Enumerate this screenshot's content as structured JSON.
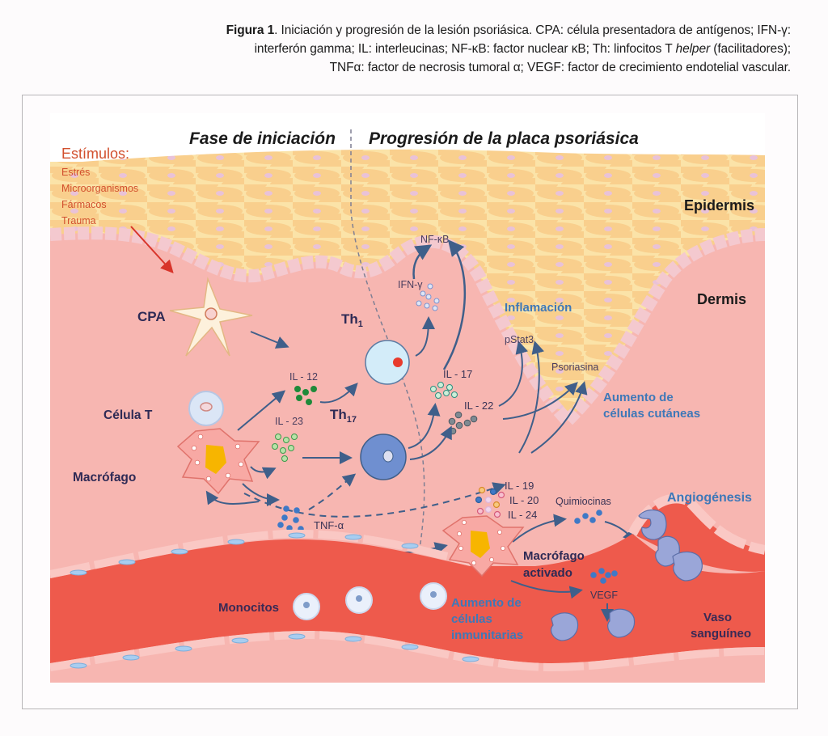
{
  "caption": {
    "label": "Figura 1",
    "line1": ". Iniciación y progresión de la lesión psoriásica. CPA: célula presentadora de antígenos; IFN-γ:",
    "line2_a": "interferón gamma; IL: interleucinas; NF-κB: factor nuclear κB; Th: linfocitos T ",
    "line2_italic": "helper",
    "line2_b": " (facilitadores);",
    "line3": "TNFα: factor de necrosis tumoral α; VEGF: factor de crecimiento endotelial vascular."
  },
  "figure": {
    "phase_initiation": "Fase de iniciación",
    "phase_progression": "Progresión de la placa psoriásica",
    "stimuli": {
      "title": "Estímulos:",
      "items": [
        "Estrés",
        "Microorganismos",
        "Fármacos",
        "Trauma"
      ]
    },
    "layers": {
      "epidermis": "Epidermis",
      "dermis": "Dermis"
    },
    "cells": {
      "cpa": "CPA",
      "t_cell": "Célula T",
      "macrophage": "Macrófago",
      "th1_base": "Th",
      "th1_sub": "1",
      "th17_base": "Th",
      "th17_sub": "17",
      "activated_macrophage_1": "Macrófago",
      "activated_macrophage_2": "activado",
      "monocytes": "Monocitos"
    },
    "cytokines": {
      "il12": "IL - 12",
      "il23": "IL - 23",
      "tnf": "TNF-α",
      "ifn": "IFN-γ",
      "nfkb": "NF-κB",
      "il17": "IL - 17",
      "il22": "IL - 22",
      "il19": "IL - 19",
      "il20": "IL - 20",
      "il24": "IL - 24",
      "chemokines": "Quimiocinas",
      "vegf": "VEGF",
      "pstat3": "pStat3",
      "psoriasin": "Psoriasina"
    },
    "effects": {
      "inflammation": "Inflamación",
      "skin_cells_1": "Aumento de",
      "skin_cells_2": "células cutáneas",
      "immune_cells_1": "Aumento de",
      "immune_cells_2": "células",
      "immune_cells_3": "inmunitarias",
      "angiogenesis": "Angiogénesis",
      "vessel_1": "Vaso",
      "vessel_2": "sanguíneo"
    },
    "colors": {
      "dermis": "#f7b6b1",
      "epidermis": "#fbd79a",
      "vessel": "#ee5a4c",
      "arrow": "#3f5f8a",
      "stimuli_text": "#d2502e",
      "effect_text": "#3e78b8",
      "label_text": "#2e2a55"
    }
  }
}
